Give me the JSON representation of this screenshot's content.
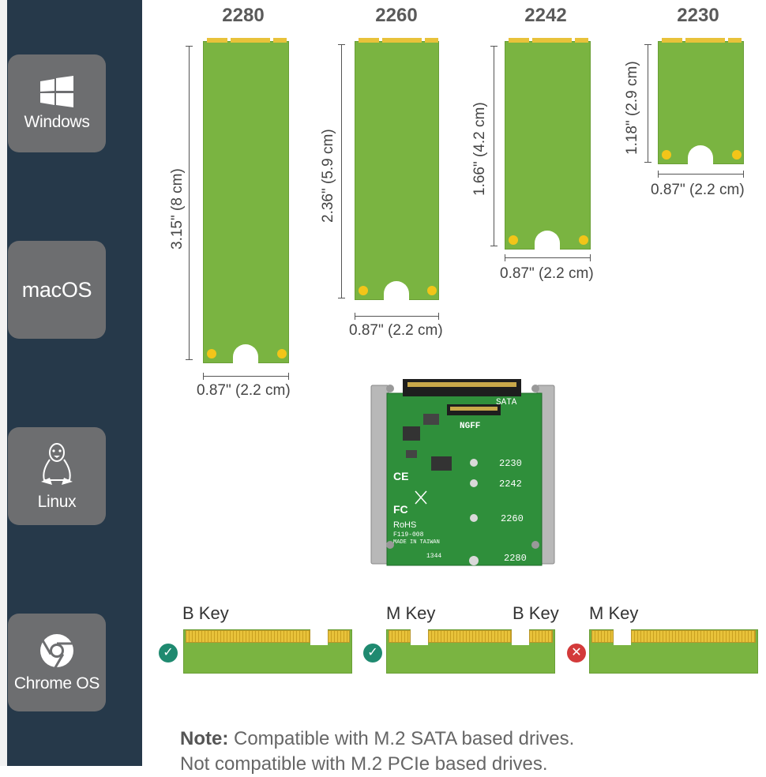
{
  "sidebar": {
    "os": [
      {
        "label": "Windows",
        "icon": "windows-icon"
      },
      {
        "label": "macOS",
        "icon": ""
      },
      {
        "label": "Linux",
        "icon": "tux-penguin-icon"
      },
      {
        "label": "Chrome OS",
        "icon": "chrome-icon"
      }
    ]
  },
  "cards": [
    {
      "title": "2280",
      "height": "3.15\" (8 cm)",
      "width": "0.87\" (2.2 cm)"
    },
    {
      "title": "2260",
      "height": "2.36\" (5.9 cm)",
      "width": "0.87\" (2.2 cm)"
    },
    {
      "title": "2242",
      "height": "1.66\" (4.2 cm)",
      "width": "0.87\" (2.2 cm)"
    },
    {
      "title": "2230",
      "height": "1.18\" (2.9 cm)",
      "width": "0.87\" (2.2 cm)"
    }
  ],
  "adapter": {
    "labels": [
      "SATA",
      "NGFF",
      "2230",
      "2242",
      "2260",
      "2280",
      "RoHS",
      "F119-008",
      "MADE IN TAIWAN",
      "1344"
    ]
  },
  "keys": [
    {
      "left_label": "B Key",
      "right_label": "",
      "compatible": true
    },
    {
      "left_label": "M Key",
      "right_label": "B Key",
      "compatible": true
    },
    {
      "left_label": "M Key",
      "right_label": "",
      "compatible": false
    }
  ],
  "colors": {
    "ok": "#1f8a70",
    "bad": "#d33a3a",
    "pcb": "#7ab441",
    "gold": "#e8c23a",
    "sidebar": "#26394a"
  },
  "note": {
    "bold": "Note:",
    "line1": " Compatible with M.2 SATA based drives.",
    "line2": "Not compatible with M.2 PCIe based drives."
  }
}
